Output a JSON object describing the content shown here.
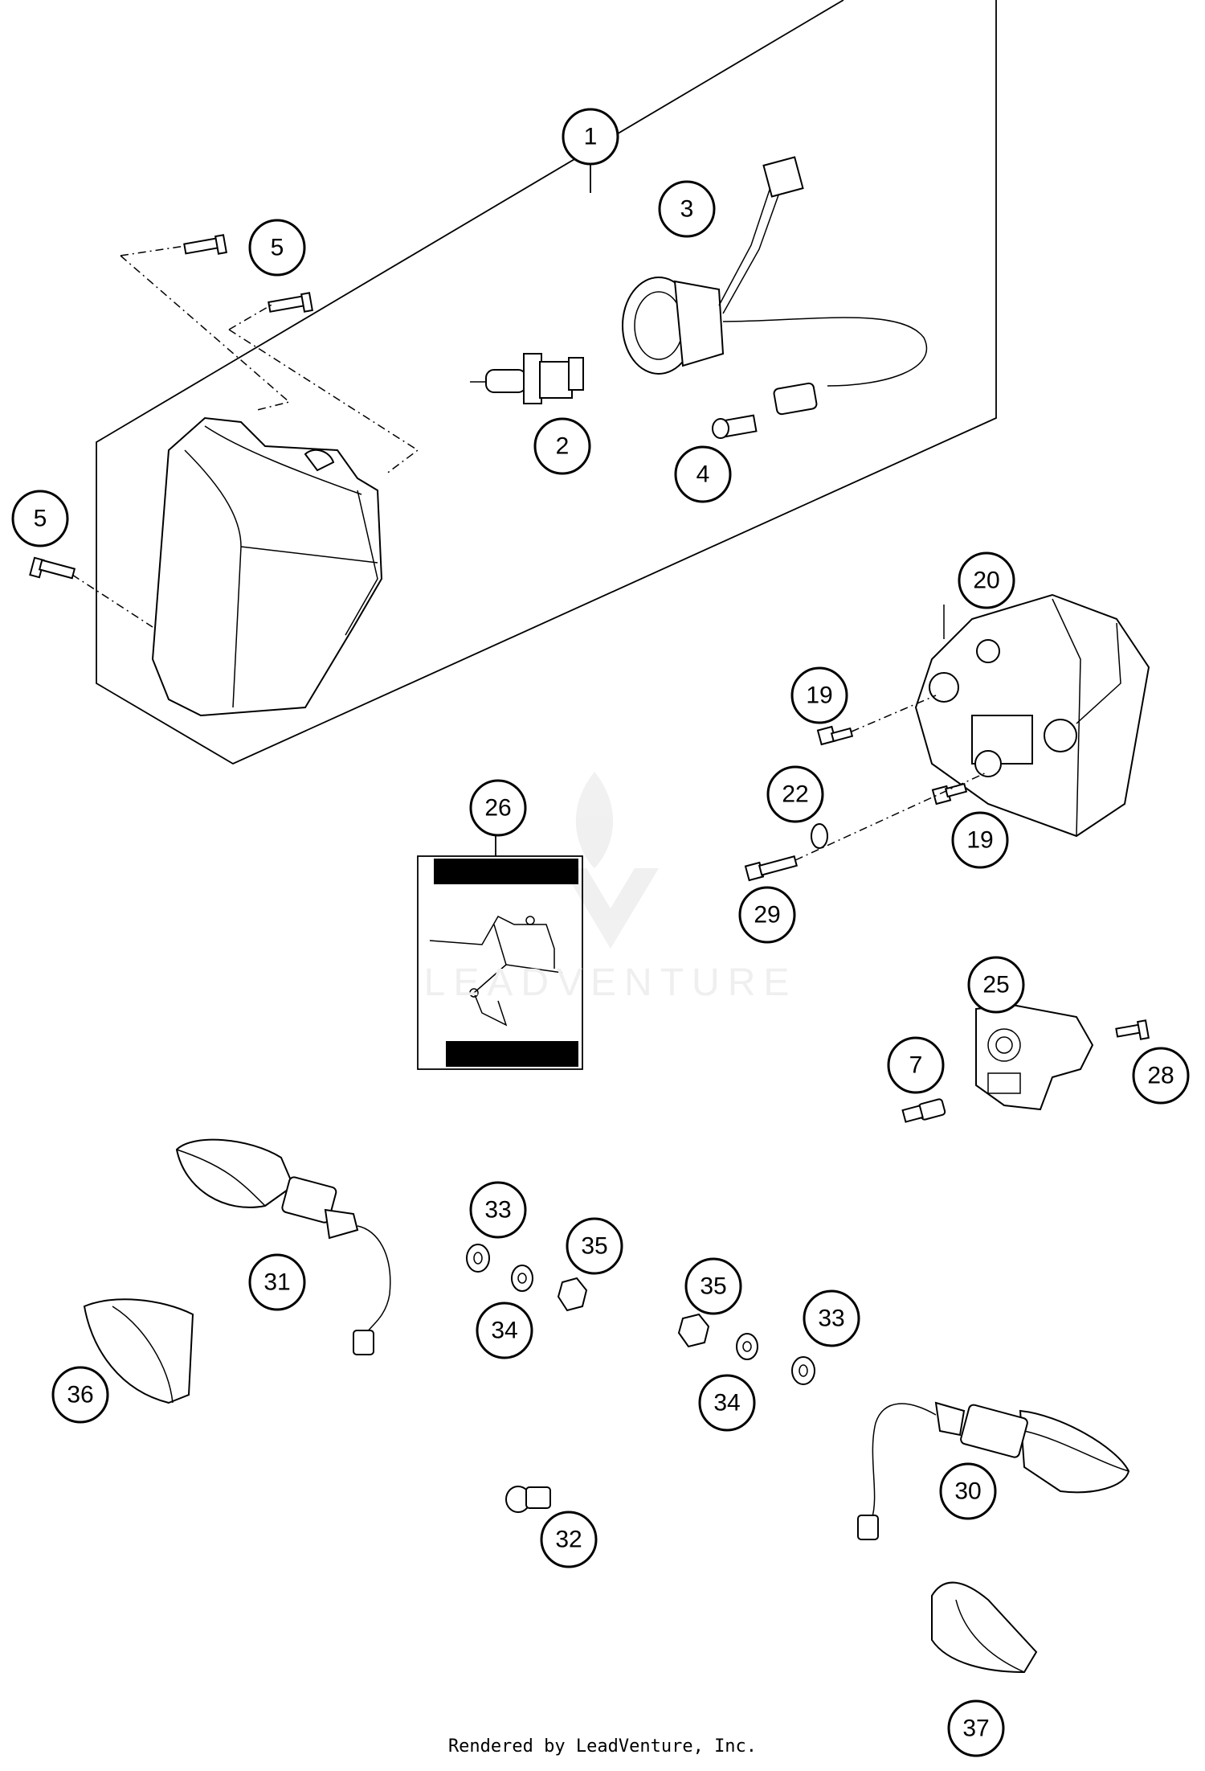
{
  "callouts": [
    "1",
    "2",
    "3",
    "4",
    "5",
    "5",
    "20",
    "19",
    "22",
    "19",
    "29",
    "26",
    "25",
    "7",
    "28",
    "33",
    "35",
    "34",
    "31",
    "36",
    "35",
    "33",
    "34",
    "30",
    "32",
    "37"
  ],
  "watermark": "LEADVENTURE",
  "footer": "Rendered by LeadVenture, Inc."
}
